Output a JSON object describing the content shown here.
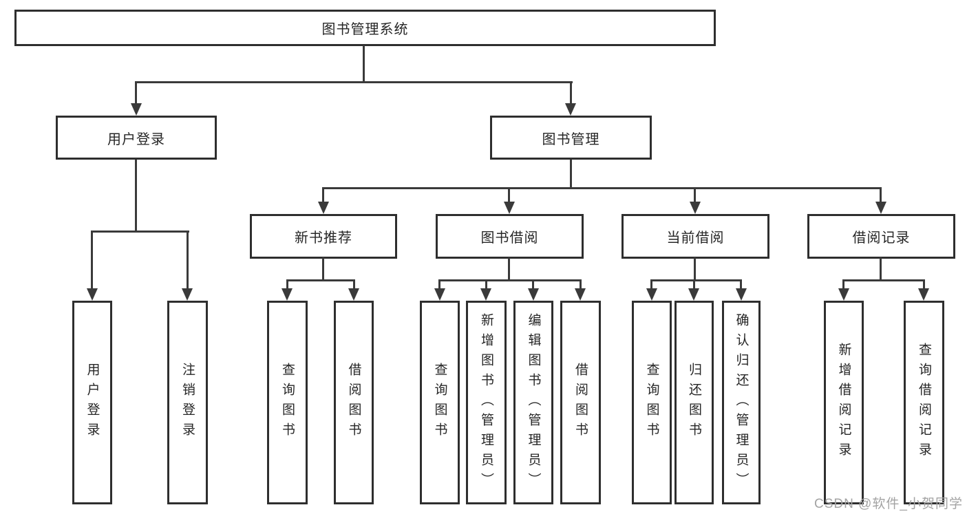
{
  "diagram": {
    "root": {
      "label": "图书管理系统"
    },
    "level2": [
      {
        "label": "用户登录"
      },
      {
        "label": "图书管理"
      }
    ],
    "level3": [
      {
        "label": "新书推荐"
      },
      {
        "label": "图书借阅"
      },
      {
        "label": "当前借阅"
      },
      {
        "label": "借阅记录"
      }
    ],
    "leaves": {
      "login": [
        "用户登录",
        "注销登录"
      ],
      "new_books": [
        "查询图书",
        "借阅图书"
      ],
      "book_borrow": [
        "查询图书",
        "新增图书（管理员）",
        "编辑图书（管理员）",
        "借阅图书"
      ],
      "current_borrow": [
        "查询图书",
        "归还图书",
        "确认归还（管理员）"
      ],
      "borrow_records": [
        "新增借阅记录",
        "查询借阅记录"
      ]
    }
  },
  "watermark": {
    "text": "CSDN @软件_小贺同学"
  },
  "colors": {
    "line": "#3a3a3a",
    "border": "#2e2e2e",
    "text": "#262626",
    "watermark": "#a3a3a3",
    "background": "#ffffff"
  }
}
